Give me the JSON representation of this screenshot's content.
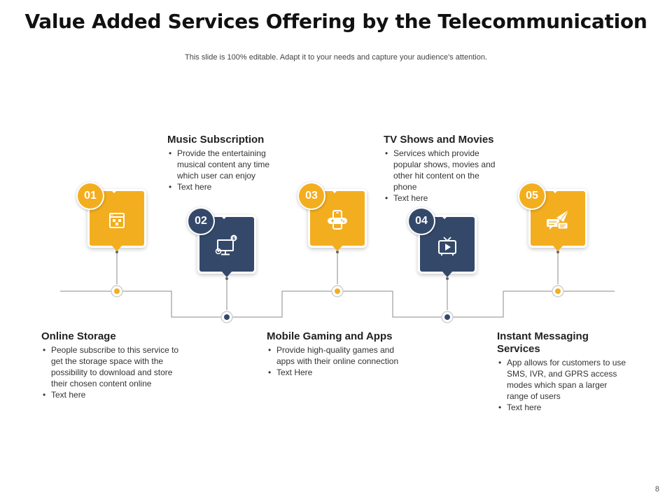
{
  "title": "Value Added Services Offering by the Telecommunication",
  "subtitle": "This slide is 100% editable. Adapt it to your needs and capture your audience's attention.",
  "page_number": "8",
  "colors": {
    "yellow": "#F3AE1F",
    "navy": "#34496A",
    "line": "#888888"
  },
  "steps": [
    {
      "number": "01",
      "color": "yellow",
      "icon": "storage-icon",
      "heading": "Online Storage",
      "bullets": [
        "People subscribe to this service to get the storage space with the possibility to download and store their chosen content online",
        "Text here"
      ]
    },
    {
      "number": "02",
      "color": "navy",
      "icon": "music-monitor-icon",
      "heading": "Music Subscription",
      "bullets": [
        "Provide the entertaining musical content any time which user can enjoy",
        "Text here"
      ]
    },
    {
      "number": "03",
      "color": "yellow",
      "icon": "mobile-gaming-icon",
      "heading": "Mobile Gaming and Apps",
      "bullets": [
        "Provide high-quality games and apps with their online connection",
        "Text Here"
      ]
    },
    {
      "number": "04",
      "color": "navy",
      "icon": "tv-play-icon",
      "heading": "TV Shows and Movies",
      "bullets": [
        "Services which provide popular shows, movies and other hit content on the phone",
        "Text here"
      ]
    },
    {
      "number": "05",
      "color": "yellow",
      "icon": "messaging-icon",
      "heading": "Instant Messaging Services",
      "bullets": [
        "App allows for customers to use SMS, IVR, and GPRS access modes which span a larger range of users",
        "Text here"
      ]
    }
  ]
}
